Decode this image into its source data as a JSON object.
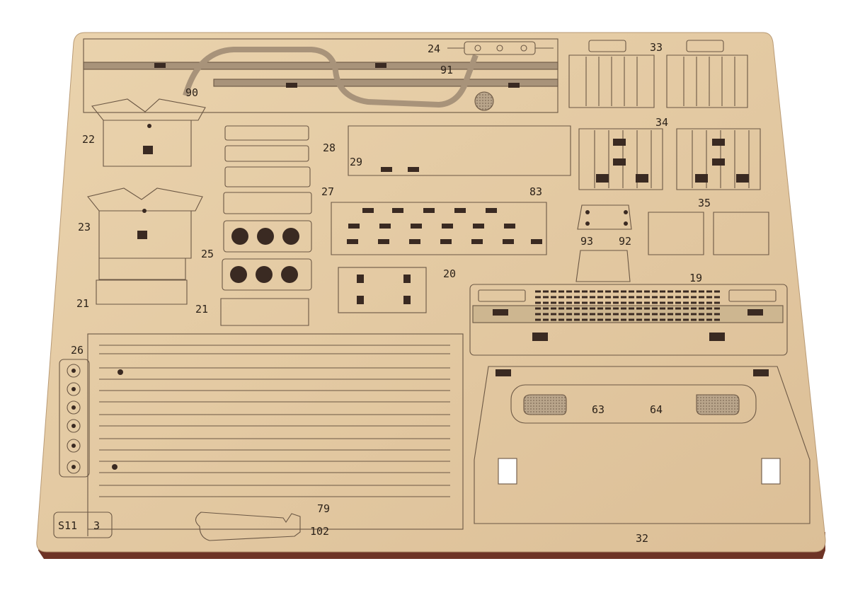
{
  "board_code": {
    "sheet": "S11",
    "number": "3"
  },
  "part_labels": [
    "24",
    "33",
    "91",
    "90",
    "22",
    "28",
    "34",
    "29",
    "83",
    "27",
    "23",
    "35",
    "25",
    "93",
    "92",
    "20",
    "19",
    "21",
    "21",
    "26",
    "63",
    "64",
    "79",
    "102",
    "32"
  ],
  "colors": {
    "wood": "#e3c9a3",
    "edge": "#7a3b2a",
    "engrave": "#5a4633",
    "hole": "#3a2a22"
  }
}
